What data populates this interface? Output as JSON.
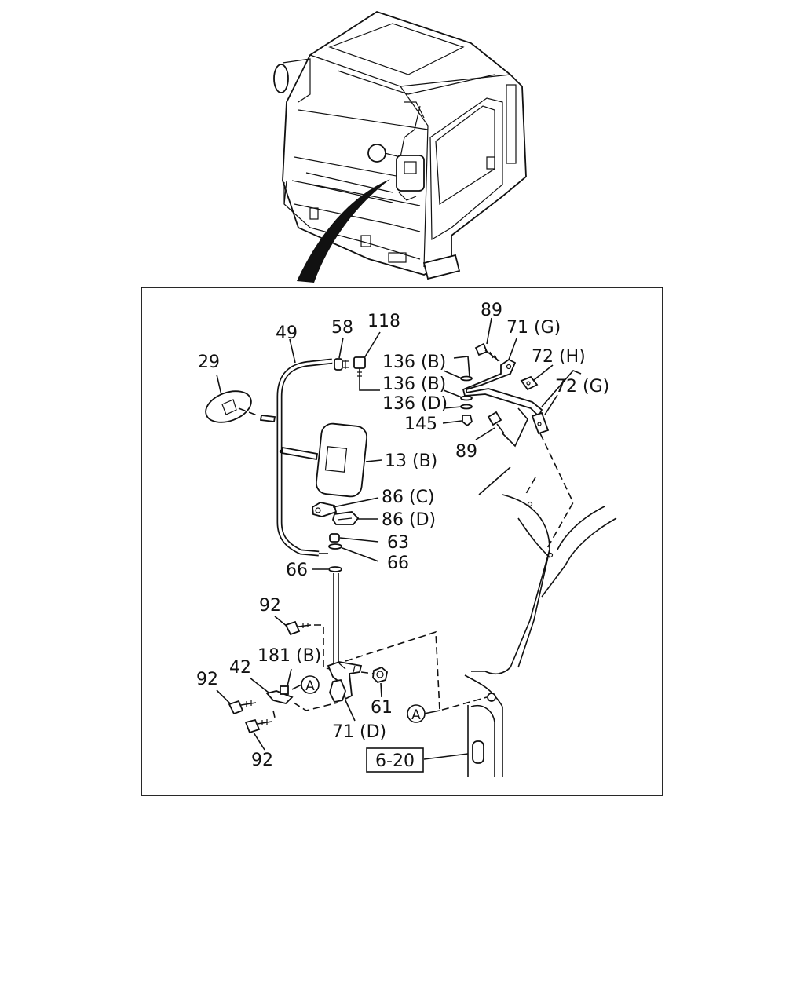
{
  "labels": {
    "l29": "29",
    "l49": "49",
    "l58": "58",
    "l118": "118",
    "l89a": "89",
    "l71g": "71 (G)",
    "l72h": "72 (H)",
    "l72g": "72 (G)",
    "l136b1": "136 (B)",
    "l136b2": "136 (B)",
    "l136d": "136 (D)",
    "l145": "145",
    "l89b": "89",
    "l13b": "13 (B)",
    "l86c": "86 (C)",
    "l86d": "86 (D)",
    "l63": "63",
    "l66a": "66",
    "l66b": "66",
    "l92a": "92",
    "l181b": "181 (B)",
    "l42": "42",
    "l92b": "92",
    "l61": "61",
    "l71d": "71 (D)",
    "l92c": "92",
    "refA1": "A",
    "refA2": "A",
    "ref620": "6-20"
  }
}
